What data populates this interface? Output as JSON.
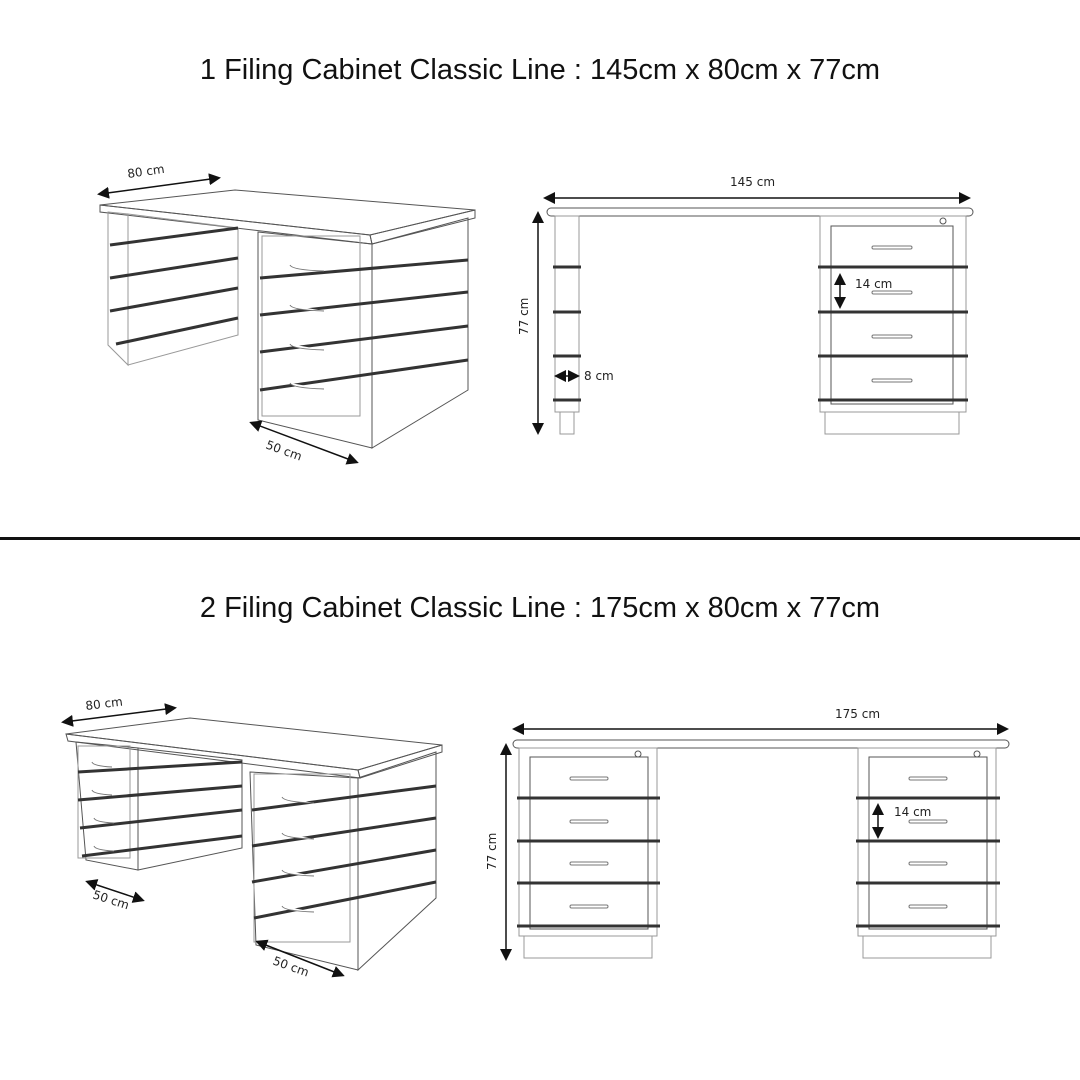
{
  "sections": [
    {
      "title": "1 Filing Cabinet Classic Line : 145cm x 80cm x 77cm",
      "perspective": {
        "depth_label": "80 cm",
        "cabinet_depth_label": "50 cm"
      },
      "front": {
        "width_label": "145 cm",
        "height_label": "77 cm",
        "drawer_label": "14 cm",
        "leg_label": "8 cm"
      }
    },
    {
      "title": "2 Filing Cabinet Classic Line : 175cm x 80cm x 77cm",
      "perspective": {
        "depth_label": "80 cm",
        "cabinet_depth_label_left": "50 cm",
        "cabinet_depth_label_right": "50 cm"
      },
      "front": {
        "width_label": "175 cm",
        "height_label": "77 cm",
        "drawer_label": "14 cm"
      }
    }
  ],
  "colors": {
    "background": "#ffffff",
    "text": "#111111",
    "line": "#555555",
    "divider": "#111111"
  }
}
